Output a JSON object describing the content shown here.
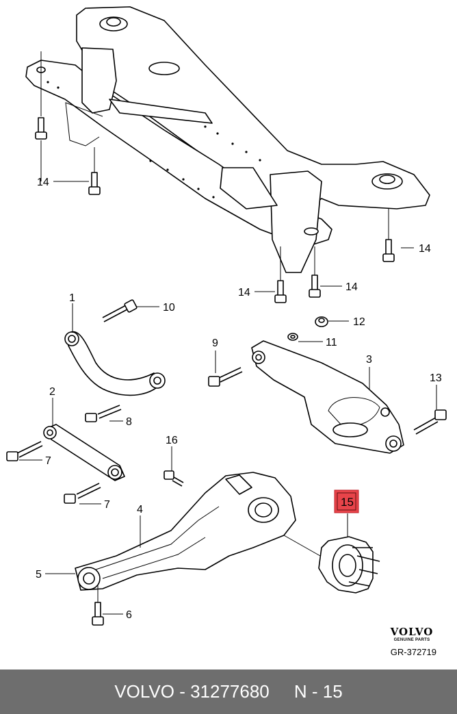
{
  "callouts": {
    "c1": "1",
    "c2": "2",
    "c3": "3",
    "c4": "4",
    "c5": "5",
    "c6": "6",
    "c7a": "7",
    "c7b": "7",
    "c8": "8",
    "c9": "9",
    "c10": "10",
    "c11": "11",
    "c12": "12",
    "c13": "13",
    "c14a": "14",
    "c14b": "14",
    "c14c": "14",
    "c14d": "14",
    "c15": "15",
    "c16": "16"
  },
  "highlight_color": "#e8444a",
  "brand": {
    "logo_text": "VOLVO",
    "subtitle": "GENUINE PARTS"
  },
  "figure_code": "GR-372719",
  "footer": {
    "text": "VOLVO - 31277680     N - 15"
  }
}
